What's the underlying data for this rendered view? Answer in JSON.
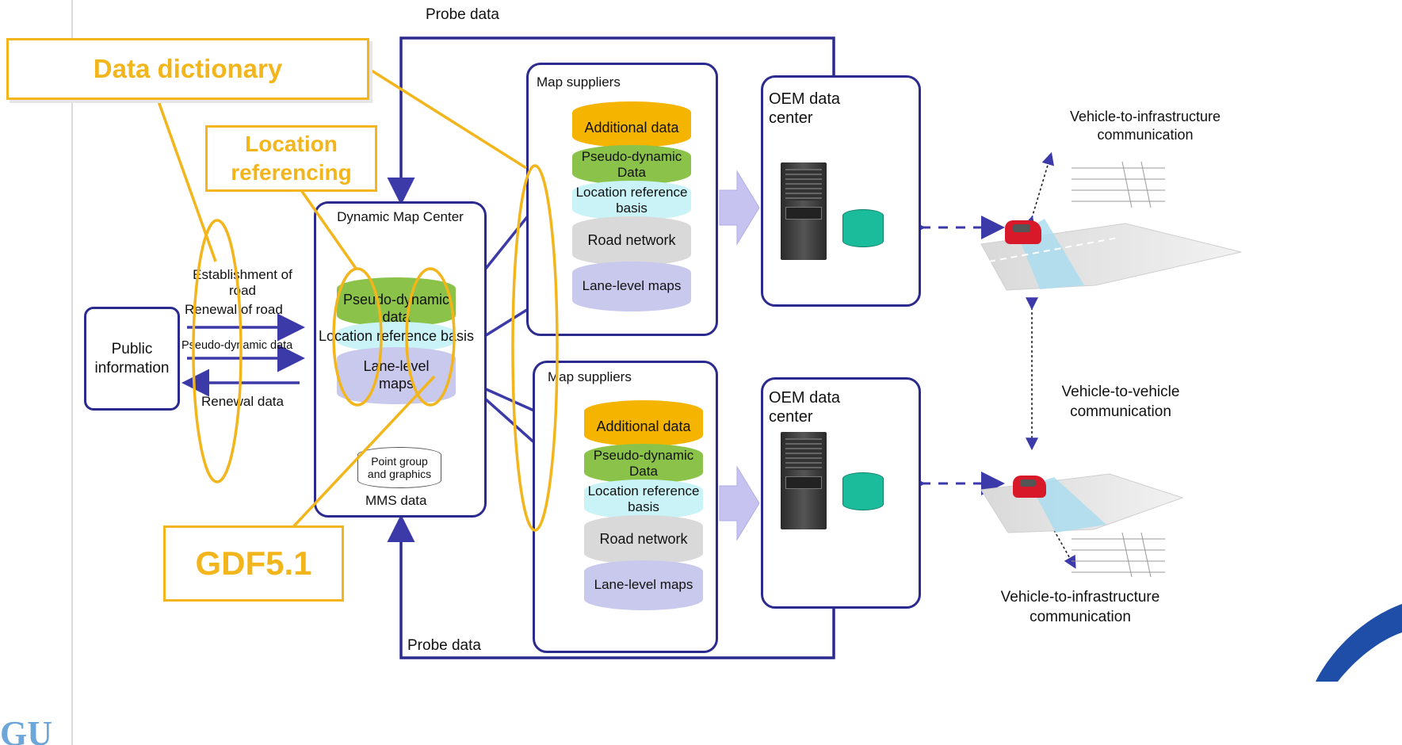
{
  "probe_top": "Probe data",
  "probe_bottom": "Probe data",
  "callouts": {
    "data_dictionary": "Data dictionary",
    "location_referencing": "Location referencing",
    "gdf": "GDF5.1"
  },
  "public": {
    "label": "Public information"
  },
  "flows": {
    "establishment": "Establishment of road",
    "renewal_of_road": "Renewal of road",
    "pseudo_dynamic": "Pseudo-dynamic data",
    "renewal_data": "Renewal data"
  },
  "dmc": {
    "title": "Dynamic Map Center",
    "layers": [
      "Pseudo-dynamic data",
      "Location reference basis",
      "Lane-level maps"
    ],
    "mms_cylinder": "Point group and graphics",
    "mms_label": "MMS data"
  },
  "suppliers": [
    {
      "title": "Map suppliers",
      "layers": [
        "Additional data",
        "Pseudo-dynamic Data",
        "Location reference basis",
        "Road network",
        "Lane-level maps"
      ]
    },
    {
      "title": "Map suppliers",
      "layers": [
        "Additional data",
        "Pseudo-dynamic Data",
        "Location reference basis",
        "Road network",
        "Lane-level maps"
      ]
    }
  ],
  "oem": [
    {
      "title": "OEM data center"
    },
    {
      "title": "OEM data center"
    }
  ],
  "comm": {
    "v2i_top": "Vehicle-to-infrastructure communication",
    "v2v": "Vehicle-to-vehicle communication",
    "v2i_bottom": "Vehicle-to-infrastructure communication"
  },
  "colors": {
    "navy": "#2b2a8f",
    "gold": "#f2b51c",
    "orange": "#f5b400",
    "green": "#8bc34a",
    "cyan": "#c9f3f6",
    "gray": "#d9d9d9",
    "lavender": "#c9c9ee",
    "teal": "#1abc9c"
  }
}
